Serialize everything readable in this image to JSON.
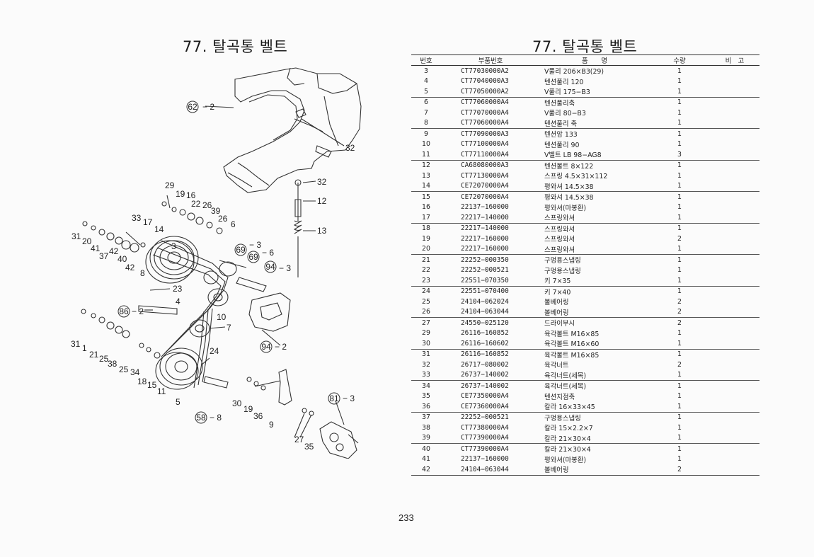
{
  "page": {
    "title_left": "77. 탈곡통 벨트",
    "title_right": "77. 탈곡통 벨트",
    "page_number": "233"
  },
  "table": {
    "headers": [
      "번호",
      "부품번호",
      "품　　명",
      "수량",
      "비　고"
    ],
    "rows": [
      {
        "no": "3",
        "part": "CT77030000A2",
        "name": "V풀리 206×B3(29)",
        "qty": "1",
        "group": false
      },
      {
        "no": "4",
        "part": "CT77040000A3",
        "name": "텐션풀리 120",
        "qty": "1",
        "group": false
      },
      {
        "no": "5",
        "part": "CT77050000A2",
        "name": "V풀리 175−B3",
        "qty": "1",
        "group": false
      },
      {
        "no": "6",
        "part": "CT77060000A4",
        "name": "텐션풀리축",
        "qty": "1",
        "group": true
      },
      {
        "no": "7",
        "part": "CT77070000A4",
        "name": "V풀리 80−B3",
        "qty": "1",
        "group": false
      },
      {
        "no": "8",
        "part": "CT77060000A4",
        "name": "텐션풀리 축",
        "qty": "1",
        "group": false
      },
      {
        "no": "9",
        "part": "CT77090000A3",
        "name": "텐션암 133",
        "qty": "1",
        "group": true
      },
      {
        "no": "10",
        "part": "CT77100000A4",
        "name": "텐션풀리 90",
        "qty": "1",
        "group": false
      },
      {
        "no": "11",
        "part": "CT77110000A4",
        "name": "V벨트 LB 98−AG8",
        "qty": "3",
        "group": false
      },
      {
        "no": "12",
        "part": "CA68080000A3",
        "name": "텐션볼트 8×122",
        "qty": "1",
        "group": true
      },
      {
        "no": "13",
        "part": "CT77130000A4",
        "name": "스프링 4.5×31×112",
        "qty": "1",
        "group": false
      },
      {
        "no": "14",
        "part": "CE72070000A4",
        "name": "평와셔 14.5×38",
        "qty": "1",
        "group": false
      },
      {
        "no": "15",
        "part": "CE72070000A4",
        "name": "평와셔 14.5×38",
        "qty": "1",
        "group": true
      },
      {
        "no": "16",
        "part": "22137−160000",
        "name": "평와셔(마봉환)",
        "qty": "1",
        "group": false
      },
      {
        "no": "17",
        "part": "22217−140000",
        "name": "스프링와셔",
        "qty": "1",
        "group": false
      },
      {
        "no": "18",
        "part": "22217−140000",
        "name": "스프링와셔",
        "qty": "1",
        "group": true
      },
      {
        "no": "19",
        "part": "22217−160000",
        "name": "스프링와셔",
        "qty": "2",
        "group": false
      },
      {
        "no": "20",
        "part": "22217−160000",
        "name": "스프링와셔",
        "qty": "1",
        "group": false
      },
      {
        "no": "21",
        "part": "22252−000350",
        "name": "구멍용스냅링",
        "qty": "1",
        "group": true
      },
      {
        "no": "22",
        "part": "22252−000521",
        "name": "구멍용스냅링",
        "qty": "1",
        "group": false
      },
      {
        "no": "23",
        "part": "22551−070350",
        "name": "키 7×35",
        "qty": "1",
        "group": false
      },
      {
        "no": "24",
        "part": "22551−070400",
        "name": "키 7×40",
        "qty": "1",
        "group": true
      },
      {
        "no": "25",
        "part": "24104−062024",
        "name": "볼베어링",
        "qty": "2",
        "group": false
      },
      {
        "no": "26",
        "part": "24104−063044",
        "name": "볼베어링",
        "qty": "2",
        "group": false
      },
      {
        "no": "27",
        "part": "24550−025120",
        "name": "드라이부시",
        "qty": "2",
        "group": true
      },
      {
        "no": "29",
        "part": "26116−160852",
        "name": "육각볼트 M16×85",
        "qty": "1",
        "group": false
      },
      {
        "no": "30",
        "part": "26116−160602",
        "name": "육각볼트 M16×60",
        "qty": "1",
        "group": false
      },
      {
        "no": "31",
        "part": "26116−160852",
        "name": "육각볼트 M16×85",
        "qty": "1",
        "group": true
      },
      {
        "no": "32",
        "part": "26717−080002",
        "name": "육각너트",
        "qty": "2",
        "group": false
      },
      {
        "no": "33",
        "part": "26737−140002",
        "name": "육각너트(세목)",
        "qty": "1",
        "group": false
      },
      {
        "no": "34",
        "part": "26737−140002",
        "name": "육각너트(세목)",
        "qty": "1",
        "group": true
      },
      {
        "no": "35",
        "part": "CE77350000A4",
        "name": "텐션지점축",
        "qty": "1",
        "group": false
      },
      {
        "no": "36",
        "part": "CE77360000A4",
        "name": "칼라 16×33×45",
        "qty": "1",
        "group": false
      },
      {
        "no": "37",
        "part": "22252−000521",
        "name": "구멍용스냅링",
        "qty": "1",
        "group": true
      },
      {
        "no": "38",
        "part": "CT77380000A4",
        "name": "칼라 15×2.2×7",
        "qty": "1",
        "group": false
      },
      {
        "no": "39",
        "part": "CT77390000A4",
        "name": "칼라 21×30×4",
        "qty": "1",
        "group": false
      },
      {
        "no": "40",
        "part": "CT77390000A4",
        "name": "칼라 21×30×4",
        "qty": "1",
        "group": true
      },
      {
        "no": "41",
        "part": "22137−160000",
        "name": "평와셔(마봉환)",
        "qty": "1",
        "group": false
      },
      {
        "no": "42",
        "part": "24104−063044",
        "name": "볼베어링",
        "qty": "2",
        "group": false
      }
    ]
  },
  "callouts": [
    {
      "ref": "62",
      "suffix": "− 2"
    },
    {
      "ref": "69",
      "suffix": "− 3"
    },
    {
      "ref": "69",
      "suffix": "− 6"
    },
    {
      "ref": "94",
      "suffix": "− 3"
    },
    {
      "ref": "86",
      "suffix": "− 2"
    },
    {
      "ref": "94",
      "suffix": "− 2"
    },
    {
      "ref": "58",
      "suffix": "− 8"
    },
    {
      "ref": "81",
      "suffix": "− 3"
    }
  ],
  "labels": [
    "32",
    "32",
    "12",
    "13",
    "29",
    "19",
    "16",
    "22",
    "26",
    "39",
    "26",
    "6",
    "33",
    "17",
    "14",
    "3",
    "31",
    "20",
    "41",
    "37",
    "42",
    "40",
    "42",
    "8",
    "23",
    "4",
    "10",
    "7",
    "31",
    "1",
    "21",
    "25",
    "38",
    "25",
    "34",
    "18",
    "15",
    "11",
    "24",
    "5",
    "30",
    "19",
    "36",
    "9",
    "27",
    "35"
  ]
}
